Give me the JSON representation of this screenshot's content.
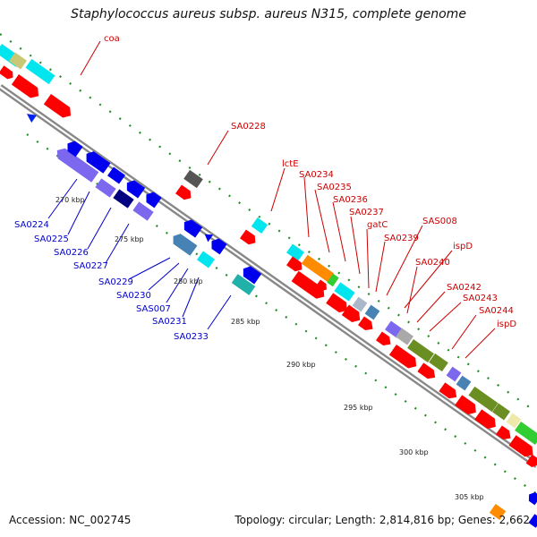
{
  "title": "Staphylococcus aureus subsp. aureus N315, complete genome",
  "footer": {
    "accession": "Accession: NC_002745",
    "info": "Topology: circular; Length: 2,814,816 bp; Genes: 2,662"
  },
  "colors": {
    "forward_labels": "#cc0000",
    "reverse_labels": "#0000cc",
    "backbone": "#888888",
    "ticks": "#228b22"
  },
  "scale_ticks": [
    "270 kbp",
    "275 kbp",
    "280 kbp",
    "285 kbp",
    "290 kbp",
    "295 kbp",
    "300 kbp",
    "305 kbp"
  ],
  "labels_forward": [
    "coa",
    "SA0228",
    "lctE",
    "SA0234",
    "SA0235",
    "SA0236",
    "SA0237",
    "gatC",
    "SA0239",
    "SAS008",
    "ispD",
    "SA0240",
    "SA0242",
    "SA0243",
    "SA0244",
    "ispD"
  ],
  "labels_reverse": [
    "SA0224",
    "SA0225",
    "SA0226",
    "SA0227",
    "SA0229",
    "SA0230",
    "SAS007",
    "SA0231",
    "SA0233"
  ]
}
